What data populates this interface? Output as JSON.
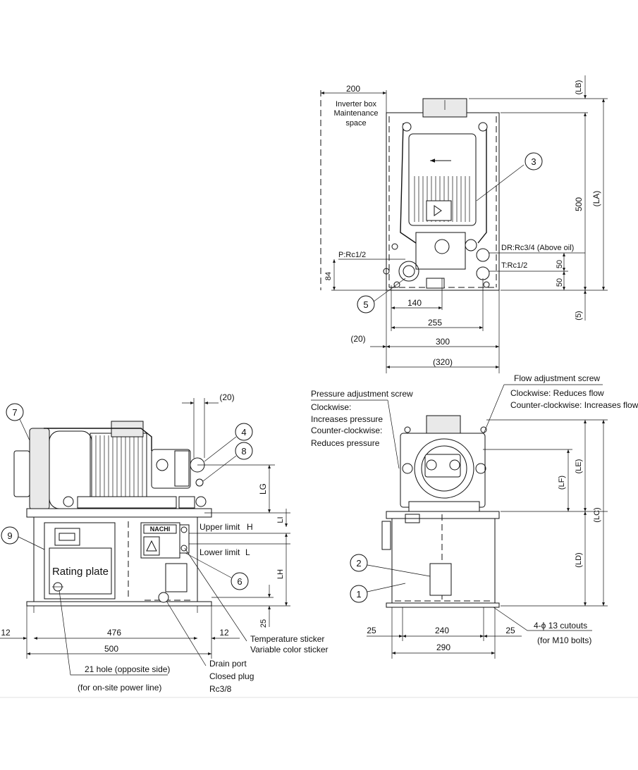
{
  "top_view": {
    "maint_dim": "200",
    "maint_line1": "Inverter box",
    "maint_line2": "Maintenance",
    "maint_line3": "space",
    "lb": "(LB)",
    "h500": "500",
    "la": "(LA)",
    "balloon_3": "3",
    "p_port": "P:Rc1/2",
    "dr_port": "DR:Rc3/4 (Above oil)",
    "t_port": "T:Rc1/2",
    "d50a": "50",
    "d50b": "50",
    "d84": "84",
    "balloon_5": "5",
    "d5": "(5)",
    "d140": "140",
    "d255": "255",
    "d20": "(20)",
    "d300": "300",
    "d320": "(320)"
  },
  "front_view": {
    "balloon_7": "7",
    "dim20": "(20)",
    "balloon_4": "4",
    "balloon_8": "8",
    "lg": "LG",
    "li": "LI",
    "upper_limit": "Upper limit",
    "upper_h": "H",
    "lower_limit": "Lower limit",
    "lower_l": "L",
    "lh": "LH",
    "balloon_9": "9",
    "balloon_6": "6",
    "d25": "25",
    "rating_plate": "Rating plate",
    "brand": "NACHI",
    "d12l": "12",
    "d476": "476",
    "d12r": "12",
    "d500": "500",
    "temp_sticker": "Temperature sticker",
    "var_sticker": "Variable color sticker",
    "drain_port": "Drain port",
    "closed_plug": "Closed plug",
    "plug_size": "Rc3/8",
    "hole1": "21 hole (opposite side)",
    "hole2": "(for on-site power line)"
  },
  "side_view": {
    "pressure_title": "Pressure adjustment screw",
    "pr1": "Clockwise:",
    "pr2": "Increases pressure",
    "pr3": "Counter-clockwise:",
    "pr4": "Reduces pressure",
    "flow_title": "Flow adjustment screw",
    "fl1": "Clockwise: Reduces flow",
    "fl2": "Counter-clockwise: Increases flow",
    "lf": "(LF)",
    "le": "(LE)",
    "lc": "(LC)",
    "ld": "(LD)",
    "balloon_2": "2",
    "balloon_1": "1",
    "d25l": "25",
    "d240": "240",
    "d25r": "25",
    "d290": "290",
    "cutouts": "4-ϕ 13 cutouts",
    "bolts": "(for M10 bolts)"
  }
}
